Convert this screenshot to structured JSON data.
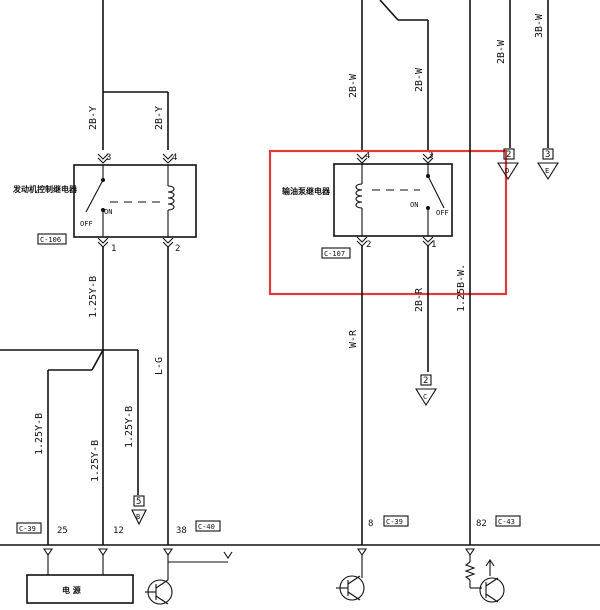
{
  "relay_left": {
    "title": "发动机控制继电器",
    "connector": "C-106",
    "pins": {
      "p3": "3",
      "p4": "4",
      "p1": "1",
      "p2": "2"
    },
    "on": "ON",
    "off": "OFF"
  },
  "relay_right": {
    "title": "输油泵继电器",
    "connector": "C-107",
    "pins": {
      "p4": "4",
      "p3": "3",
      "p2": "2",
      "p1": "1"
    },
    "on": "ON",
    "off": "OFF"
  },
  "wires": {
    "left_2by_a": "2B-Y",
    "left_2by_b": "2B-Y",
    "right_2bw_a": "2B-W",
    "right_2bw_b": "2B-W",
    "top_2bw": "2B-W",
    "top_3bw": "3B-W",
    "y125b_main": "1.25Y-B",
    "y125b_1": "1.25Y-B",
    "y125b_2": "1.25Y-B",
    "y125b_3": "1.25Y-B",
    "lg": "L-G",
    "wr": "W-R",
    "br2": "2B-R",
    "bw125": "1.25B-W."
  },
  "off_page": {
    "d_num": "2",
    "d_letter": "D",
    "e_num": "3",
    "e_letter": "E",
    "c_num": "2",
    "c_letter": "C",
    "b_num": "5",
    "b_letter": "B"
  },
  "bottom": {
    "c39_left": "C-39",
    "pin25": "25",
    "pin12": "12",
    "pin38": "38",
    "c40": "C-40",
    "pin8": "8",
    "c39_right": "C-39",
    "pin82": "82",
    "c43": "C-43",
    "power_box": "电  源"
  },
  "highlight_color": "#e03b3b"
}
